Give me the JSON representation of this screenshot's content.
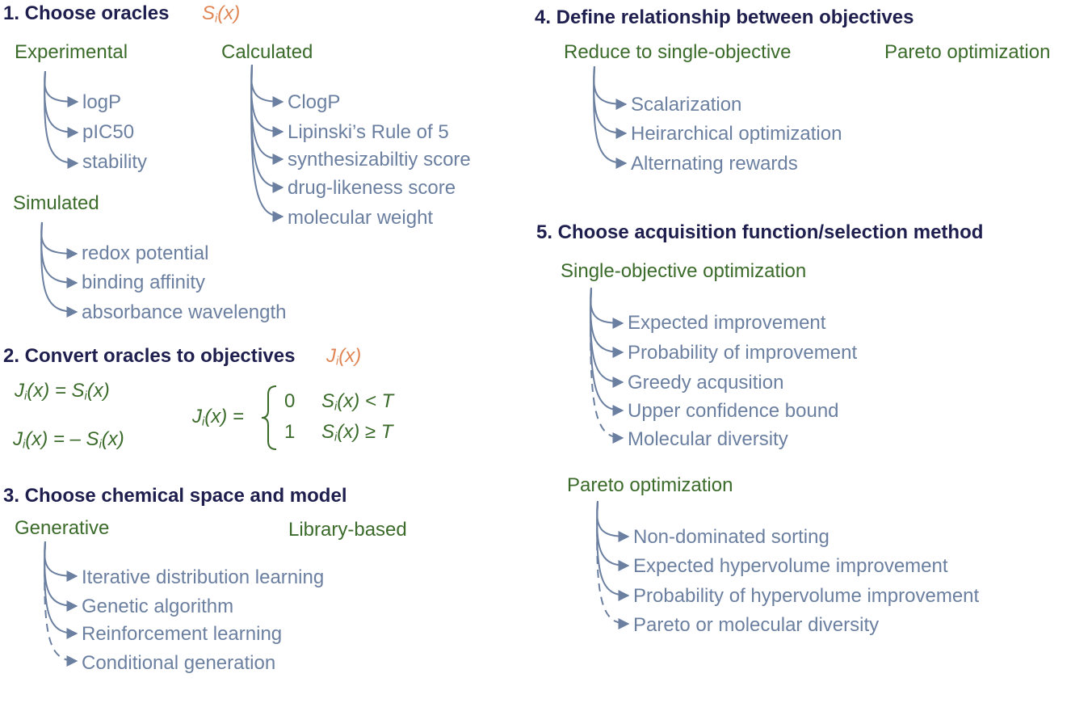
{
  "sections": {
    "s1": {
      "title": "1. Choose oracles",
      "oracle_symbol": "S",
      "oracle_sub": "i",
      "oracle_arg": "(x)",
      "experimental": {
        "label": "Experimental",
        "items": [
          "logP",
          "pIC50",
          "stability"
        ]
      },
      "calculated": {
        "label": "Calculated",
        "items": [
          "ClogP",
          "Lipinski’s Rule of 5",
          "synthesizabiltiy score",
          "drug-likeness score",
          "molecular weight"
        ]
      },
      "simulated": {
        "label": "Simulated",
        "items": [
          "redox potential",
          "binding affinity",
          "absorbance wavelength"
        ]
      }
    },
    "s2": {
      "title": "2. Convert oracles to objectives",
      "obj_symbol": "J",
      "obj_sub": "i",
      "obj_arg": "(x)",
      "eq1": {
        "lhs": "J",
        "lhs_sub": "i",
        "mid": "(x) = S",
        "rhs_sub": "i",
        "end": "(x)"
      },
      "eq2": {
        "lhs": "J",
        "lhs_sub": "i",
        "mid": "(x) = – S",
        "rhs_sub": "i",
        "end": "(x)"
      },
      "piecewise": {
        "lhs": "J",
        "lhs_sub": "i",
        "lhs_end": "(x) =",
        "row1": {
          "value": "0",
          "s": "S",
          "s_sub": "i",
          "cond": "(x) < T"
        },
        "row2": {
          "value": "1",
          "s": "S",
          "s_sub": "i",
          "cond": "(x) ≥ T"
        }
      }
    },
    "s3": {
      "title": "3. Choose chemical space and model",
      "generative": {
        "label": "Generative",
        "items": [
          "Iterative distribution learning",
          "Genetic algorithm",
          "Reinforcement learning",
          "Conditional generation"
        ]
      },
      "library": {
        "label": "Library-based"
      }
    },
    "s4": {
      "title": "4. Define relationship between objectives",
      "reduce": {
        "label": "Reduce to single-objective",
        "items": [
          "Scalarization",
          "Heirarchical optimization",
          "Alternating rewards"
        ]
      },
      "pareto": {
        "label": "Pareto optimization"
      }
    },
    "s5": {
      "title": "5. Choose acquisition function/selection method",
      "single": {
        "label": "Single-objective optimization",
        "items": [
          "Expected improvement",
          "Probability of improvement",
          "Greedy acqusition",
          "Upper confidence bound",
          "Molecular diversity"
        ]
      },
      "pareto": {
        "label": "Pareto optimization",
        "items": [
          "Non-dominated sorting",
          "Expected hypervolume improvement",
          "Probability of hypervolume improvement",
          "Pareto or molecular diversity"
        ]
      }
    }
  },
  "colors": {
    "heading": "#1f1f4f",
    "category": "#3b6b2a",
    "item": "#6b7fa0",
    "oracle": "#e08655",
    "arrow": "#6b7fa0"
  }
}
